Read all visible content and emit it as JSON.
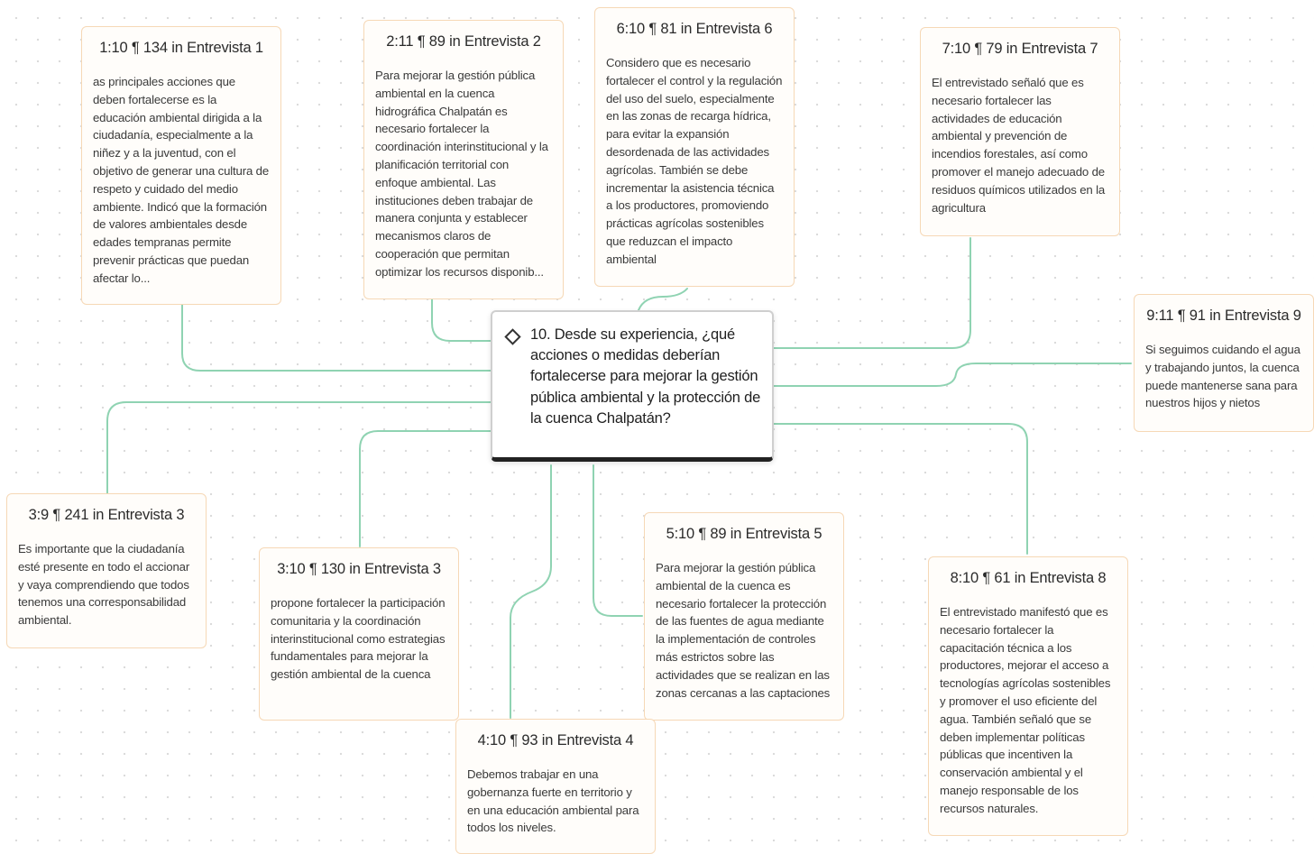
{
  "question": {
    "icon": "diamond-icon",
    "text": "10. Desde su experiencia, ¿qué acciones o medidas deberían fortalecerse para mejorar la gestión pública ambiental y la protección de la cuenca Chalpatán?"
  },
  "quotes": [
    {
      "id": "q1",
      "title": "1:10 ¶ 134 in Entrevista 1",
      "text": "as principales acciones que deben fortalecerse es la educación ambiental dirigida a la ciudadanía, especialmente a la niñez y a la juventud, con el objetivo de generar una cultura de respeto y cuidado del medio ambiente. Indicó que la formación de valores ambientales desde edades tempranas permite prevenir prácticas que puedan afectar lo..."
    },
    {
      "id": "q2",
      "title": "2:11 ¶ 89 in Entrevista 2",
      "text": "Para mejorar la gestión pública ambiental en la cuenca hidrográfica Chalpatán es necesario fortalecer la coordinación interinstitucional y la planificación territorial con enfoque ambiental. Las instituciones deben trabajar de manera conjunta y establecer mecanismos claros de cooperación que permitan optimizar los recursos disponib..."
    },
    {
      "id": "q6",
      "title": "6:10 ¶ 81 in Entrevista 6",
      "text": "Considero que es necesario fortalecer el control y la regulación del uso del suelo, especialmente en las zonas de recarga hídrica, para evitar la expansión desordenada de las actividades agrícolas. También se debe incrementar la asistencia técnica a los productores, promoviendo prácticas agrícolas sostenibles que reduzcan el impacto ambiental"
    },
    {
      "id": "q7",
      "title": "7:10 ¶ 79 in Entrevista 7",
      "text": "El entrevistado señaló que es necesario fortalecer las actividades de educación ambiental y prevención de incendios forestales, así como promover el manejo adecuado de residuos químicos utilizados en la agricultura"
    },
    {
      "id": "q9",
      "title": "9:11 ¶ 91 in Entrevista 9",
      "text": "Si seguimos cuidando el agua y trabajando juntos, la cuenca puede mantenerse sana para nuestros hijos y nietos"
    },
    {
      "id": "q3a",
      "title": "3:9 ¶ 241 in Entrevista 3",
      "text": "Es importante que la ciudadanía esté presente en todo el accionar y vaya comprendiendo que todos tenemos una corresponsabilidad ambiental."
    },
    {
      "id": "q3b",
      "title": "3:10 ¶ 130 in Entrevista 3",
      "text": "propone fortalecer la participación comunitaria y la coordinación interinstitucional como estrategias fundamentales para mejorar la gestión ambiental de la cuenca"
    },
    {
      "id": "q5",
      "title": "5:10 ¶ 89 in Entrevista 5",
      "text": "Para mejorar la gestión pública ambiental de la cuenca es necesario fortalecer la protección de las fuentes de agua mediante la implementación de controles más estrictos sobre las actividades que se realizan en las zonas cercanas a las captaciones"
    },
    {
      "id": "q8",
      "title": "8:10 ¶ 61 in Entrevista 8",
      "text": "El entrevistado manifestó que es necesario fortalecer la capacitación técnica a los productores, mejorar el acceso a tecnologías agrícolas sostenibles y promover el uso eficiente del agua. También señaló que se deben implementar políticas públicas que incentiven la conservación ambiental y el manejo responsable de los recursos naturales."
    },
    {
      "id": "q4",
      "title": "4:10 ¶ 93 in Entrevista 4",
      "text": "Debemos trabajar en una gobernanza fuerte en territorio y en una educación ambiental para todos los niveles."
    }
  ],
  "colors": {
    "link": "#8fd3b2",
    "card_border": "#f6d8b6",
    "question_bottom": "#222222"
  }
}
